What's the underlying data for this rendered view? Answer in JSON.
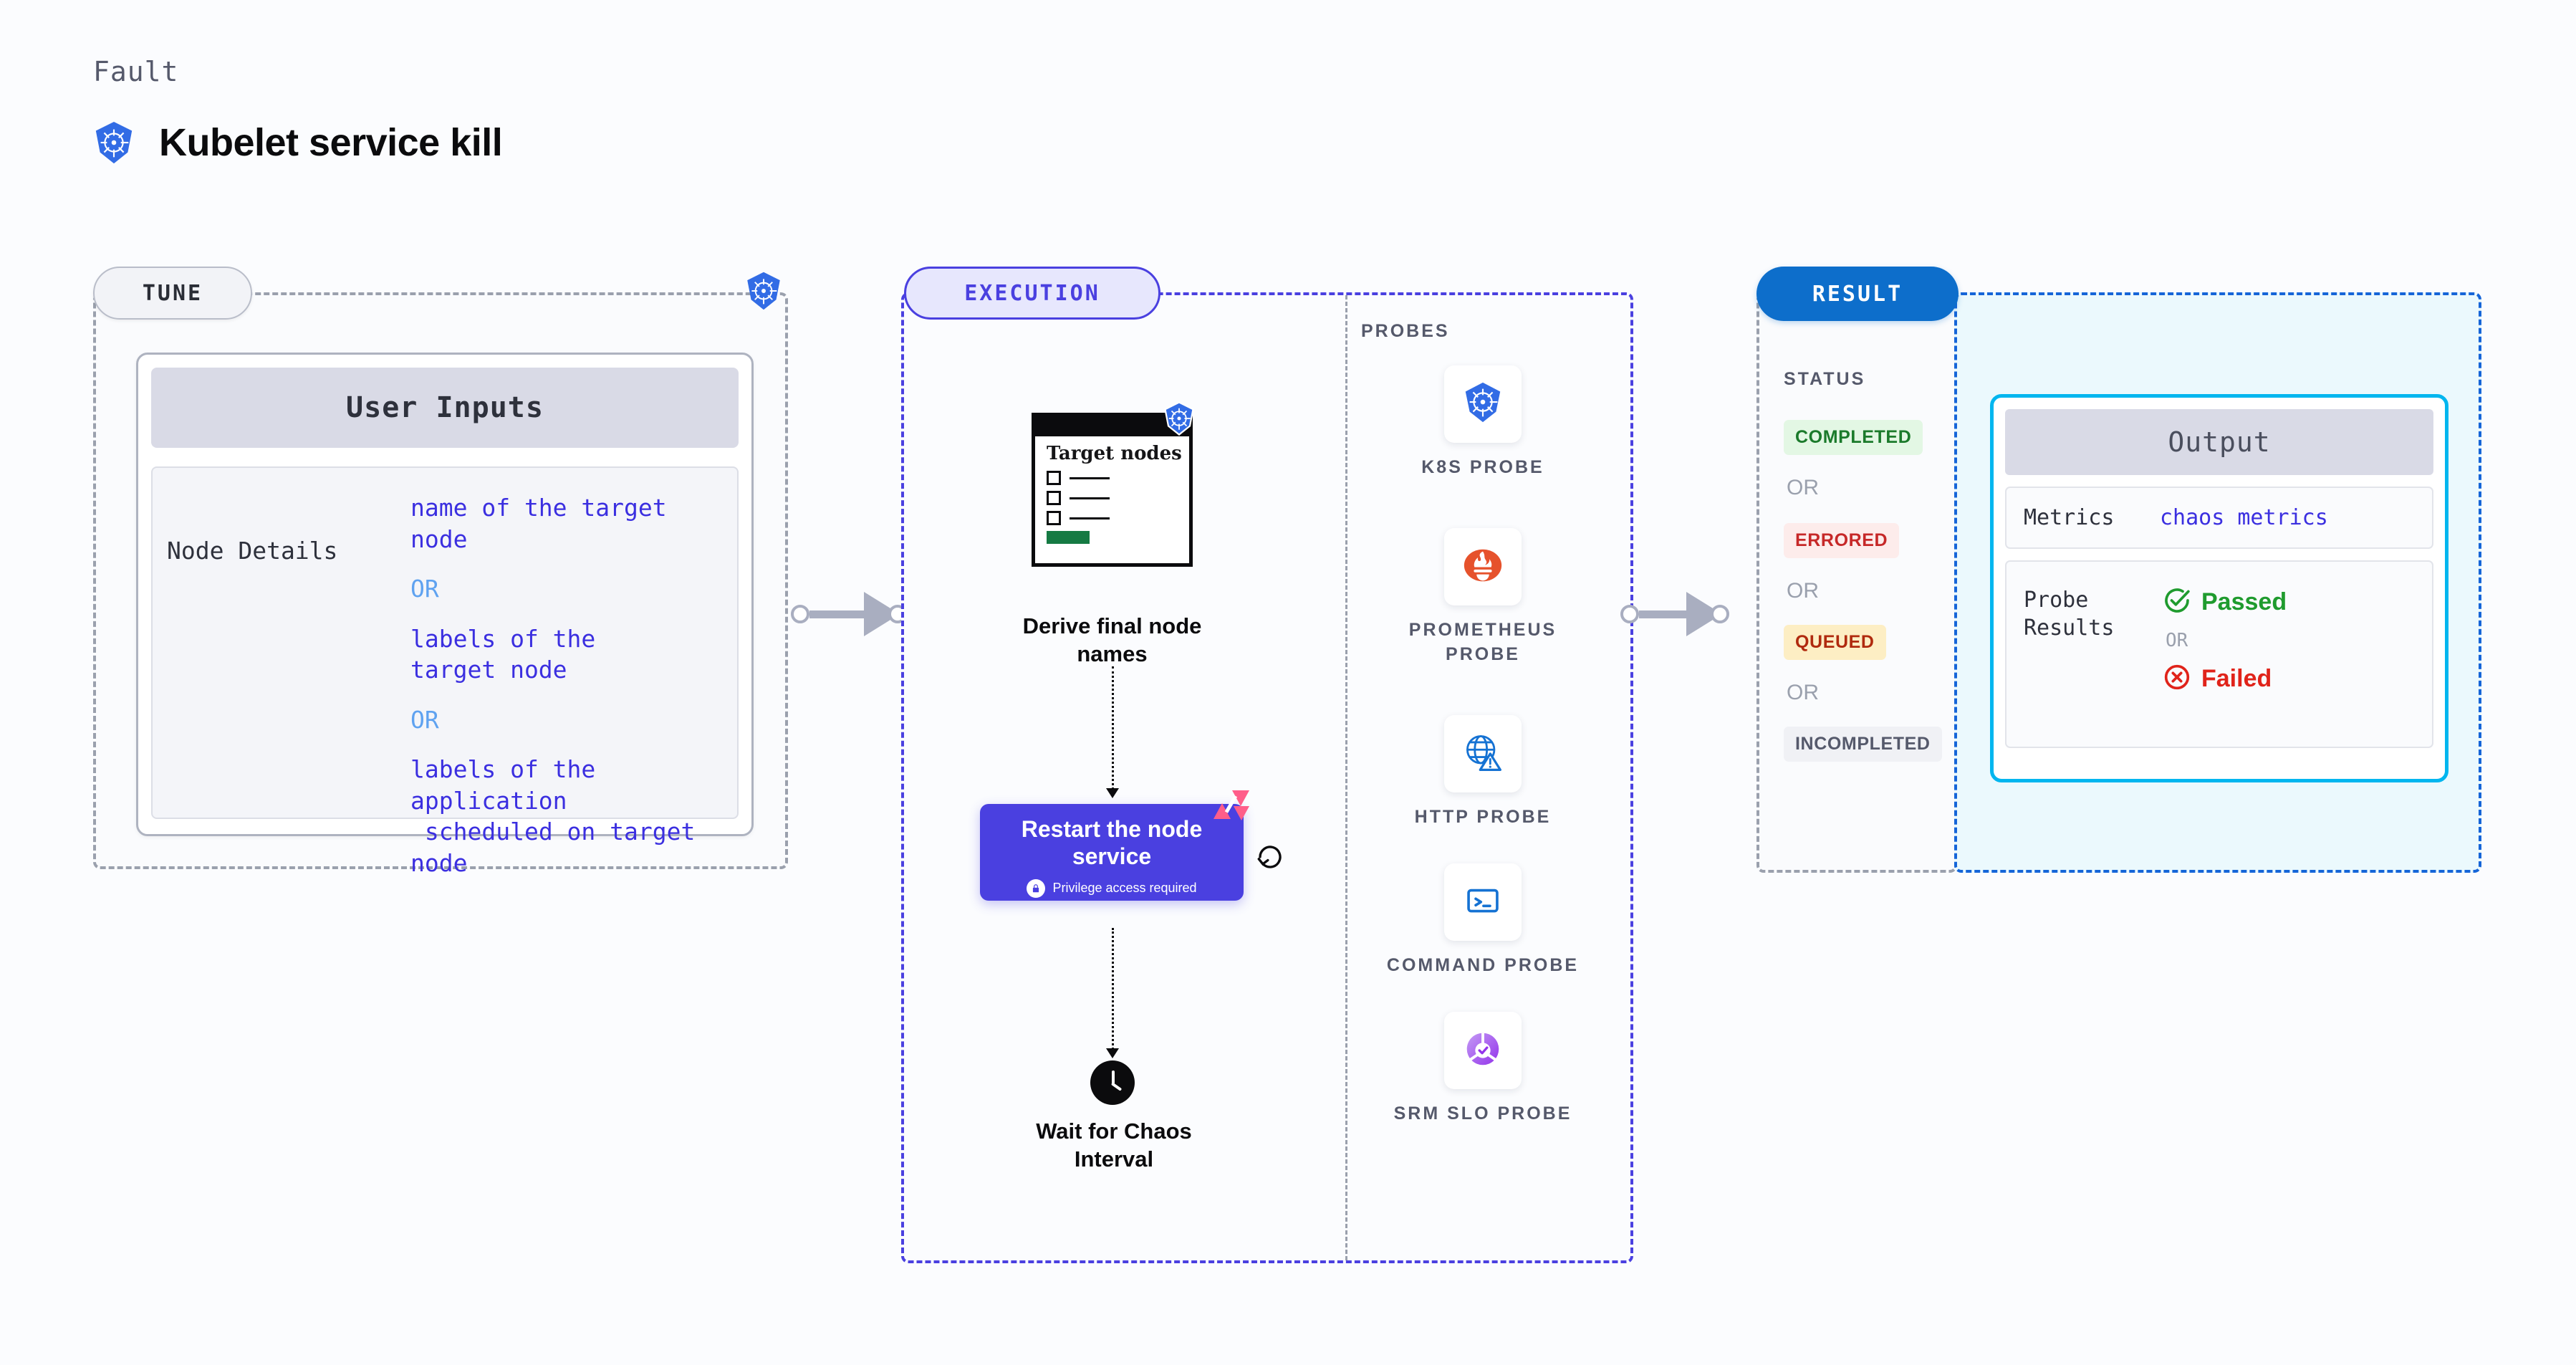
{
  "header": {
    "kicker": "Fault",
    "title": "Kubelet service kill",
    "logo_icon": "kubernetes-icon"
  },
  "stages": {
    "tune": {
      "pill_label": "TUNE",
      "badge_icon": "kubernetes-icon"
    },
    "execution": {
      "pill_label": "EXECUTION"
    },
    "result": {
      "pill_label": "RESULT"
    }
  },
  "tune": {
    "card_title": "User Inputs",
    "rows": [
      {
        "key": "Node Details",
        "values": [
          "name of the target\nnode",
          "labels of the\ntarget node",
          "labels of the application\n scheduled on target node"
        ],
        "separator": "OR"
      }
    ]
  },
  "execution": {
    "steps": [
      {
        "icon": "target-nodes-card-icon",
        "card_title": "Target\nnodes",
        "badge_icon": "kubernetes-icon",
        "caption": "Derive final node names"
      },
      {
        "icon": "restart-node-service-box",
        "title": "Restart the node service",
        "note": "Privilege access required",
        "note_icon": "lock-icon",
        "corner_icon": "harness-icon",
        "loop_icon": "retry-loop-icon"
      },
      {
        "icon": "clock-icon",
        "caption": "Wait for Chaos Interval"
      }
    ]
  },
  "probes": {
    "label": "PROBES",
    "items": [
      {
        "name": "K8S PROBE",
        "icon": "kubernetes-icon"
      },
      {
        "name": "PROMETHEUS PROBE",
        "icon": "prometheus-icon"
      },
      {
        "name": "HTTP PROBE",
        "icon": "globe-warning-icon"
      },
      {
        "name": "COMMAND PROBE",
        "icon": "terminal-icon"
      },
      {
        "name": "SRM SLO PROBE",
        "icon": "srm-slo-donut-icon"
      }
    ]
  },
  "result": {
    "status_label": "STATUS",
    "separator": "OR",
    "statuses": [
      {
        "label": "COMPLETED",
        "color": "#1b7a2b",
        "bg": "#e3f7e4"
      },
      {
        "label": "ERRORED",
        "color": "#c62828",
        "bg": "#fdeceb"
      },
      {
        "label": "QUEUED",
        "color": "#b02a0e",
        "bg": "#fdeec4"
      },
      {
        "label": "INCOMPLETED",
        "color": "#55596b",
        "bg": "#f0f1f5"
      }
    ]
  },
  "output": {
    "card_title": "Output",
    "metrics_key": "Metrics",
    "metrics_value": "chaos metrics",
    "probe_key": "Probe Results",
    "separator": "OR",
    "passed_label": "Passed",
    "passed_icon": "check-circle-icon",
    "passed_color": "#1f9b2e",
    "failed_label": "Failed",
    "failed_icon": "x-circle-icon",
    "failed_color": "#e0231a"
  },
  "theme": {
    "background": "#fbfcfe",
    "exec_fill": "#e4e4fa",
    "exec_accent": "#4a40e0",
    "result_accent": "#0d6ecb",
    "output_accent": "#00b6ef",
    "connector": "#a9aec0"
  }
}
